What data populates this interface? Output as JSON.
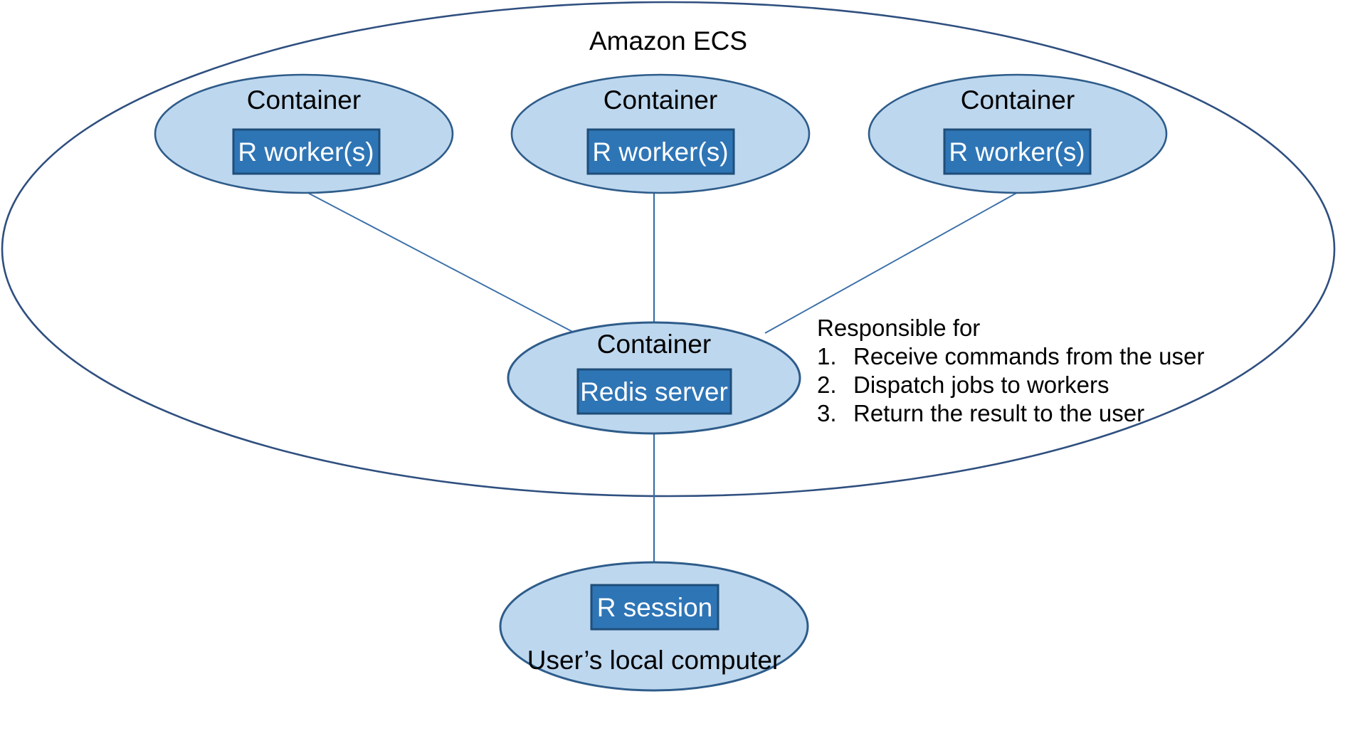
{
  "diagram": {
    "type": "architecture-diagram",
    "title": "Amazon ECS",
    "colors": {
      "page_background": "#ffffff",
      "outer_group_stroke": "#2F4F7F",
      "ellipse_fill": "#BDD7EE",
      "ellipse_stroke": "#2E5C8A",
      "box_fill": "#2E75B6",
      "box_stroke": "#1F4E79",
      "box_text": "#ffffff",
      "connector_stroke": "#3A6FA8",
      "text": "#000000"
    },
    "group": {
      "label": "Amazon ECS",
      "shape": "ellipse"
    },
    "nodes": [
      {
        "id": "worker-1",
        "title": "Container",
        "box_label": "R worker(s)",
        "shape": "ellipse"
      },
      {
        "id": "worker-2",
        "title": "Container",
        "box_label": "R worker(s)",
        "shape": "ellipse"
      },
      {
        "id": "worker-3",
        "title": "Container",
        "box_label": "R worker(s)",
        "shape": "ellipse"
      },
      {
        "id": "redis",
        "title": "Container",
        "box_label": "Redis server",
        "shape": "ellipse"
      },
      {
        "id": "local",
        "title": "",
        "box_label": "R session",
        "caption": "User’s local computer",
        "shape": "ellipse"
      }
    ],
    "note": {
      "heading": "Responsible for",
      "items": [
        {
          "number": "1.",
          "text": "Receive commands from the user"
        },
        {
          "number": "2.",
          "text": "Dispatch jobs to workers"
        },
        {
          "number": "3.",
          "text": "Return the result to the user"
        }
      ]
    },
    "connectors": [
      {
        "from": "worker-1",
        "to": "redis"
      },
      {
        "from": "worker-2",
        "to": "redis"
      },
      {
        "from": "worker-3",
        "to": "redis"
      },
      {
        "from": "redis",
        "to": "local"
      }
    ]
  }
}
